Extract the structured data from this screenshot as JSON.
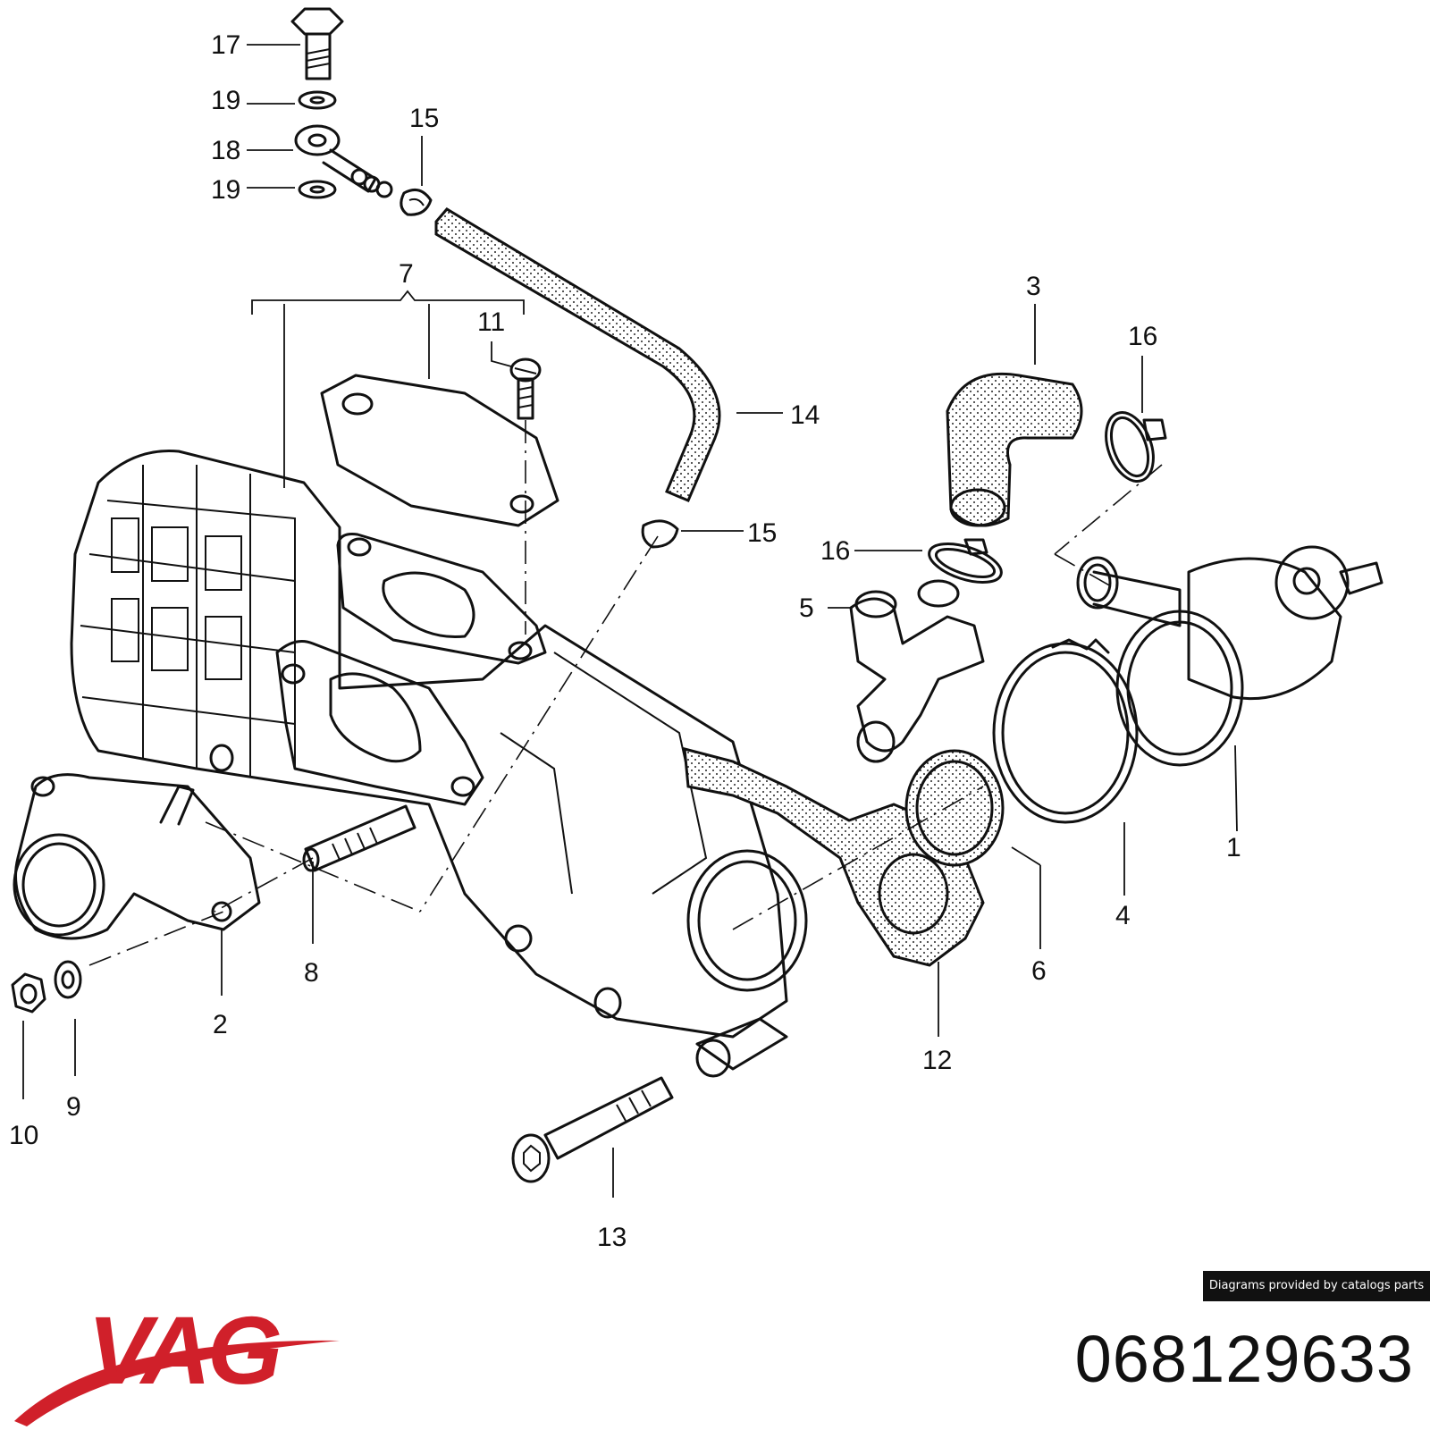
{
  "brand": {
    "name": "VAG",
    "color": "#d0202a"
  },
  "part_number": "068129633",
  "credit": "Diagrams provided by catalogs parts",
  "callouts": [
    "17",
    "19",
    "18",
    "19",
    "15",
    "7",
    "11",
    "3",
    "16",
    "14",
    "15",
    "16",
    "5",
    "1",
    "4",
    "6",
    "12",
    "8",
    "2",
    "9",
    "10",
    "13"
  ]
}
